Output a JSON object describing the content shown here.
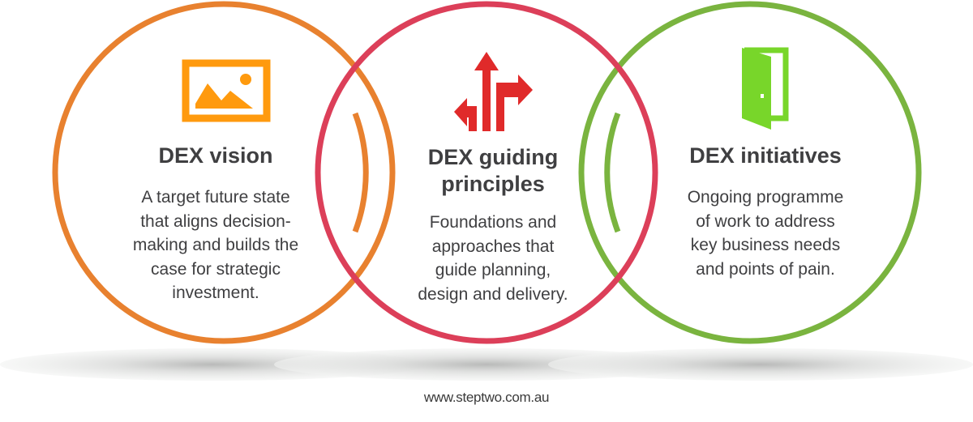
{
  "colors": {
    "vision": "#e8812f",
    "principles": "#dc3f59",
    "initiatives": "#7ab43f",
    "vision_icon": "#ff9a0e",
    "principles_icon": "#e02a2a",
    "initiatives_icon": "#78d62a",
    "text": "#3f3f41"
  },
  "circles": [
    {
      "id": "vision",
      "icon": "picture-icon",
      "title": "DEX vision",
      "description_lines": [
        "A target future state",
        "that aligns decision-",
        "making and builds the",
        "case for strategic",
        "investment."
      ]
    },
    {
      "id": "principles",
      "icon": "direction-arrows-icon",
      "title_lines": [
        "DEX guiding",
        "principles"
      ],
      "description_lines": [
        "Foundations and",
        "approaches that",
        "guide planning,",
        "design and delivery."
      ]
    },
    {
      "id": "initiatives",
      "icon": "open-door-icon",
      "title": "DEX initiatives",
      "description_lines": [
        "Ongoing programme",
        "of work to address",
        "key business needs",
        "and points of pain."
      ]
    }
  ],
  "footer": {
    "url_text": "www.steptwo.com.au"
  }
}
